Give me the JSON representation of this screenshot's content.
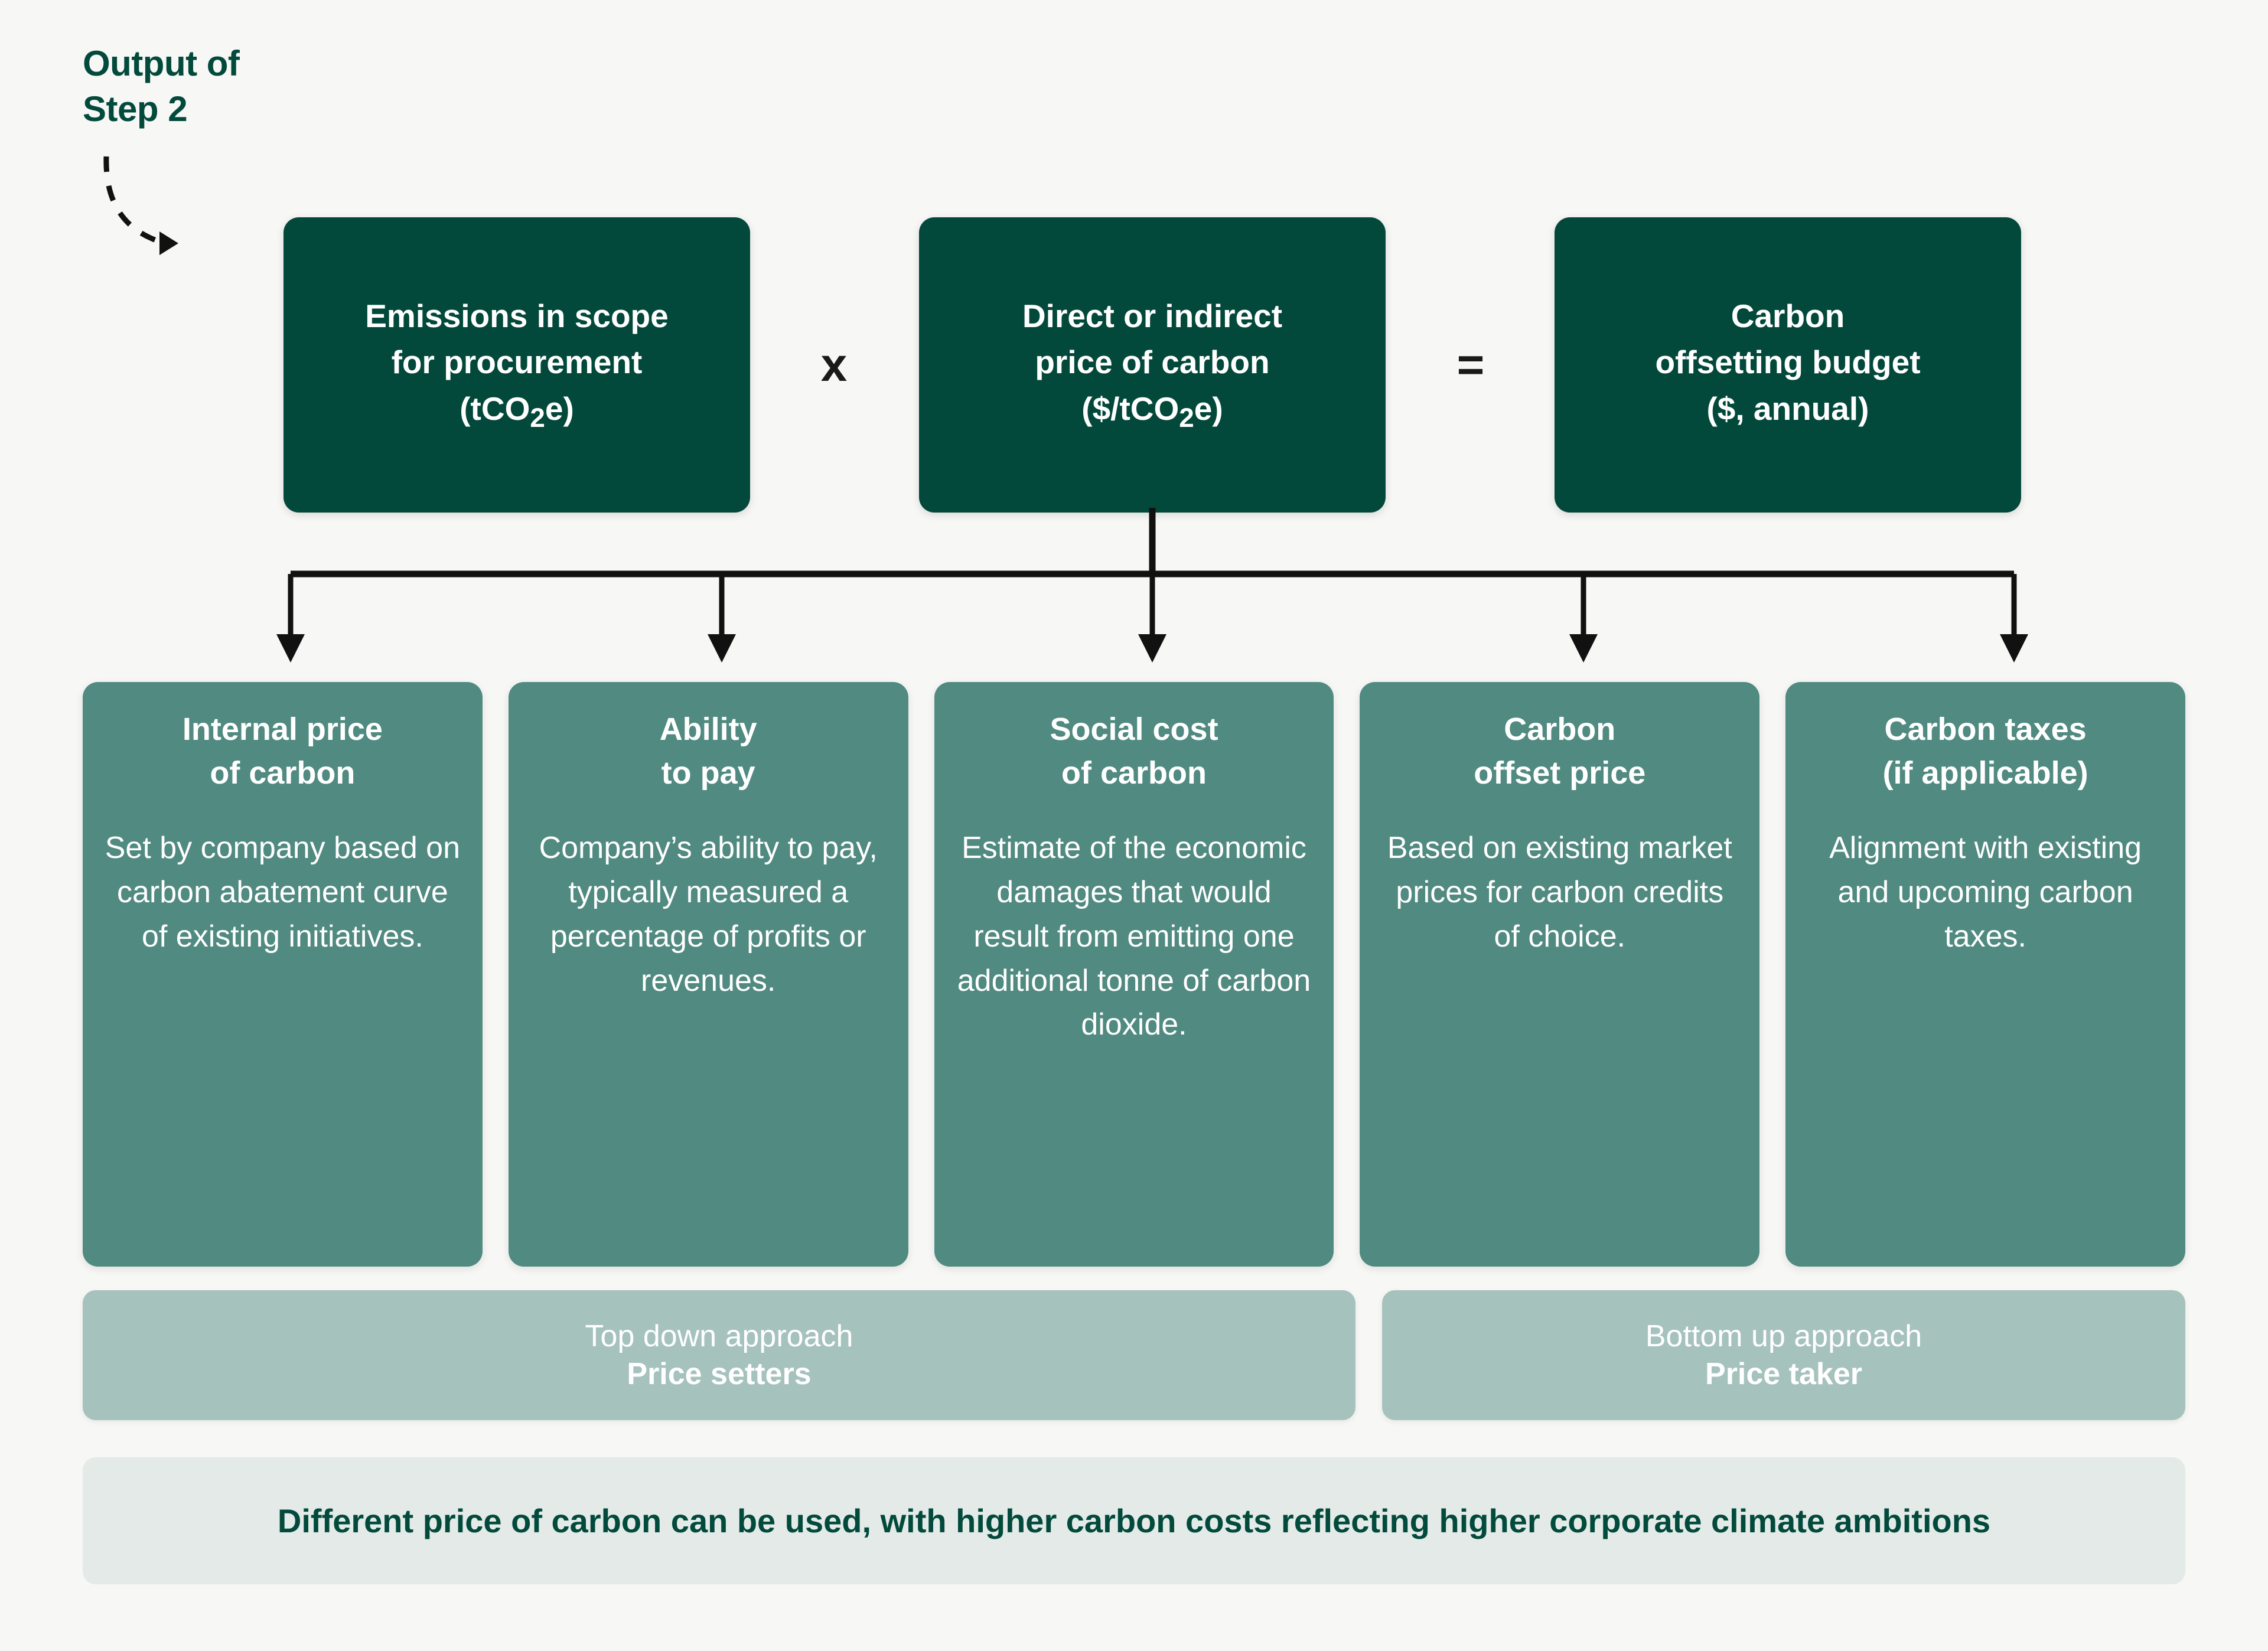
{
  "callout": {
    "line1": "Output of",
    "line2": "Step 2",
    "arrow_icon": "curved-dashed-arrow-icon",
    "color": "#024a3c"
  },
  "equation": {
    "boxes": [
      {
        "line1": "Emissions in scope",
        "line2": "for procurement",
        "line3_pre": "(tCO",
        "line3_sub": "2",
        "line3_post": "e)"
      },
      {
        "line1": "Direct or indirect",
        "line2": "price of carbon",
        "line3_pre": "($/tCO",
        "line3_sub": "2",
        "line3_post": "e)"
      },
      {
        "line1": "Carbon",
        "line2": "offsetting budget",
        "line3_pre": "($, annual)",
        "line3_sub": "",
        "line3_post": ""
      }
    ],
    "operator_times": "x",
    "operator_equals": "=",
    "box_color": "#03493b"
  },
  "options": {
    "cards": [
      {
        "title_line1": "Internal price",
        "title_line2": "of carbon",
        "body": "Set by company based on carbon abatement curve of existing initiatives."
      },
      {
        "title_line1": "Ability",
        "title_line2": "to pay",
        "body": "Company’s ability to pay, typically measured a percentage of profits or revenues."
      },
      {
        "title_line1": "Social cost",
        "title_line2": "of carbon",
        "body": "Estimate of the economic damages that would result from emitting one additional tonne of carbon dioxide."
      },
      {
        "title_line1": "Carbon",
        "title_line2": "offset price",
        "body": "Based on existing market prices for carbon credits of choice."
      },
      {
        "title_line1": "Carbon taxes",
        "title_line2": "(if applicable)",
        "body": "Alignment with existing and upcoming carbon taxes."
      }
    ],
    "card_color": "#508a80"
  },
  "approaches": [
    {
      "line1": "Top down approach",
      "line2": "Price setters"
    },
    {
      "line1": "Bottom up approach",
      "line2": "Price taker"
    }
  ],
  "approach_color": "#a6c2bd",
  "footer": {
    "text": "Different price of carbon can be used, with higher carbon costs reflecting higher corporate climate ambitions",
    "background": "#e3eae7",
    "text_color": "#024a3c"
  },
  "page": {
    "background": "#f7f7f5"
  }
}
